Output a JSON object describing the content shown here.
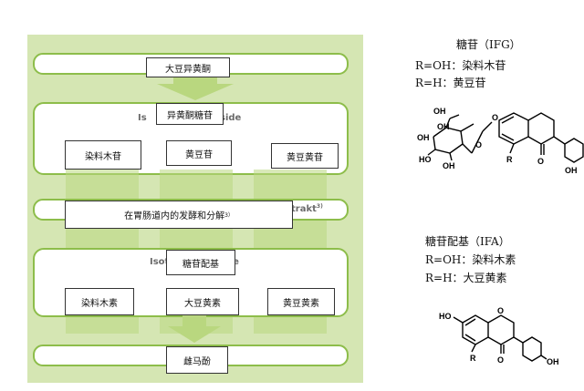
{
  "flow": {
    "top": "大豆异黄酮",
    "glycoside_header": "异黄酮糖苷",
    "glycoside_ghost_start": "Is",
    "glycoside_ghost_end": "side",
    "glycosides": [
      "染料木苷",
      "黄豆苷",
      "黄豆黄苷"
    ],
    "process": "在胃肠道内的发酵和分解",
    "process_sup": "3）",
    "process_ghost": "trakt",
    "process_ghost_sup": "3)",
    "aglycone_header": "糖苷配基",
    "aglycone_ghost_start": "Isot",
    "aglycone_ghost_end": "ne",
    "aglycones": [
      "染料木素",
      "大豆黄素",
      "黄豆黄素"
    ],
    "bottom": "雌马酚"
  },
  "right": {
    "ifg_title": "糖苷（IFG）",
    "ifg_r_oh": "R=OH：染料木苷",
    "ifg_r_h": "R=H：黄豆苷",
    "ifa_title": "糖苷配基（IFA）",
    "ifa_r_oh": "R=OH：染料木素",
    "ifa_r_h": "R=H：大豆黄素"
  },
  "structure_labels": {
    "oh": "OH",
    "ho": "HO",
    "o": "O",
    "r": "R"
  }
}
